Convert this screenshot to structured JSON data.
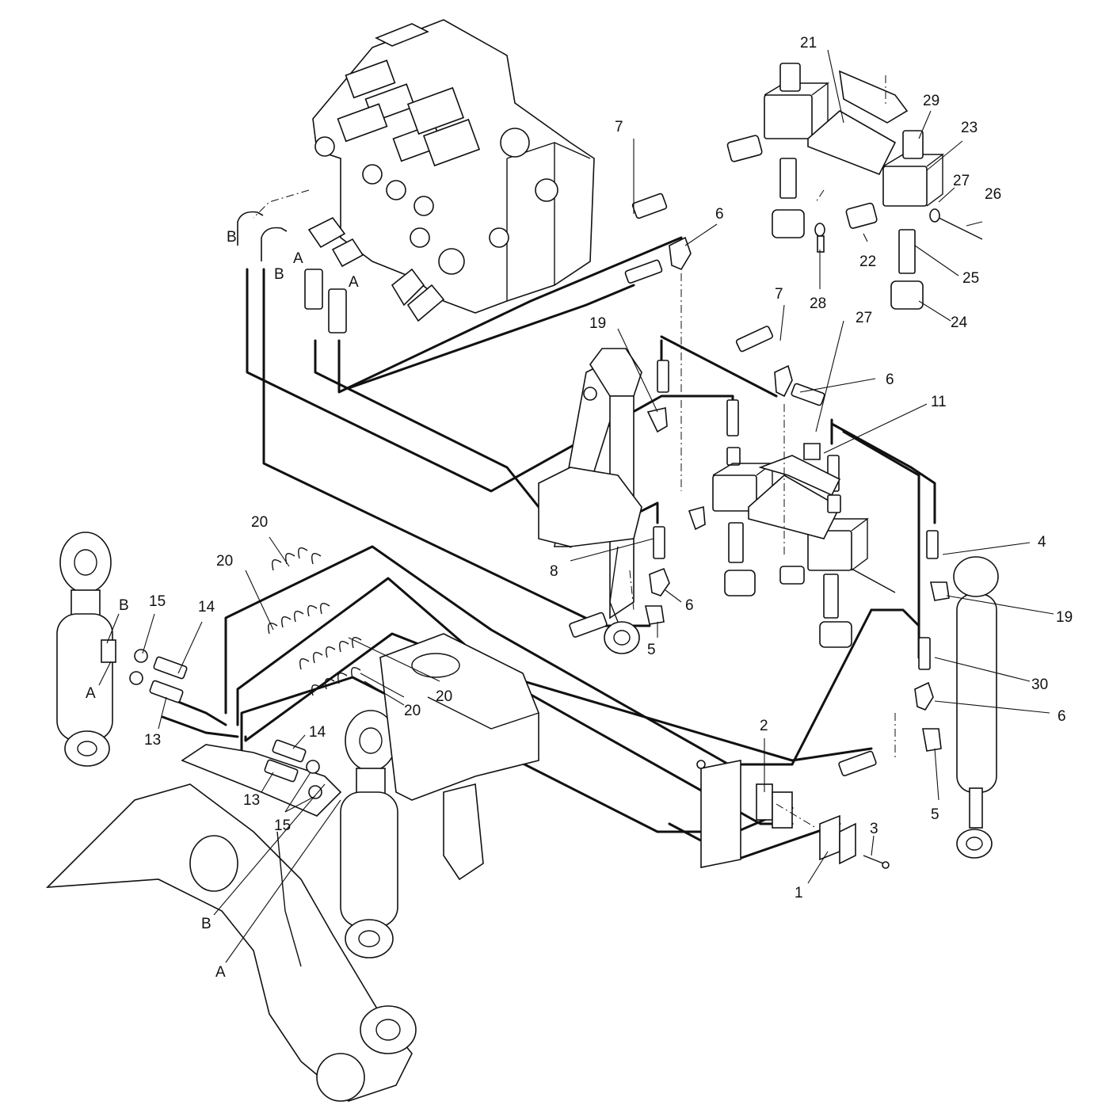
{
  "callouts": [
    {
      "id": "c1",
      "label": "1"
    },
    {
      "id": "c2",
      "label": "2"
    },
    {
      "id": "c3",
      "label": "3"
    },
    {
      "id": "c4",
      "label": "4"
    },
    {
      "id": "c5a",
      "label": "5"
    },
    {
      "id": "c5b",
      "label": "5"
    },
    {
      "id": "c6a",
      "label": "6"
    },
    {
      "id": "c6b",
      "label": "6"
    },
    {
      "id": "c6c",
      "label": "6"
    },
    {
      "id": "c6d",
      "label": "6"
    },
    {
      "id": "c7a",
      "label": "7"
    },
    {
      "id": "c7b",
      "label": "7"
    },
    {
      "id": "c8",
      "label": "8"
    },
    {
      "id": "c11",
      "label": "11"
    },
    {
      "id": "c13a",
      "label": "13"
    },
    {
      "id": "c13b",
      "label": "13"
    },
    {
      "id": "c14a",
      "label": "14"
    },
    {
      "id": "c14b",
      "label": "14"
    },
    {
      "id": "c15a",
      "label": "15"
    },
    {
      "id": "c15b",
      "label": "15"
    },
    {
      "id": "c19a",
      "label": "19"
    },
    {
      "id": "c19b",
      "label": "19"
    },
    {
      "id": "c20a",
      "label": "20"
    },
    {
      "id": "c20b",
      "label": "20"
    },
    {
      "id": "c20c",
      "label": "20"
    },
    {
      "id": "c20d",
      "label": "20"
    },
    {
      "id": "c21",
      "label": "21"
    },
    {
      "id": "c22",
      "label": "22"
    },
    {
      "id": "c23",
      "label": "23"
    },
    {
      "id": "c24",
      "label": "24"
    },
    {
      "id": "c25",
      "label": "25"
    },
    {
      "id": "c26",
      "label": "26"
    },
    {
      "id": "c27a",
      "label": "27"
    },
    {
      "id": "c27b",
      "label": "27"
    },
    {
      "id": "c28",
      "label": "28"
    },
    {
      "id": "c29",
      "label": "29"
    },
    {
      "id": "c30",
      "label": "30"
    },
    {
      "id": "cA1",
      "label": "A"
    },
    {
      "id": "cA2",
      "label": "A"
    },
    {
      "id": "cA3",
      "label": "A"
    },
    {
      "id": "cA4",
      "label": "A"
    },
    {
      "id": "cB1",
      "label": "B"
    },
    {
      "id": "cB2",
      "label": "B"
    },
    {
      "id": "cB3",
      "label": "B"
    },
    {
      "id": "cB4",
      "label": "B"
    }
  ]
}
